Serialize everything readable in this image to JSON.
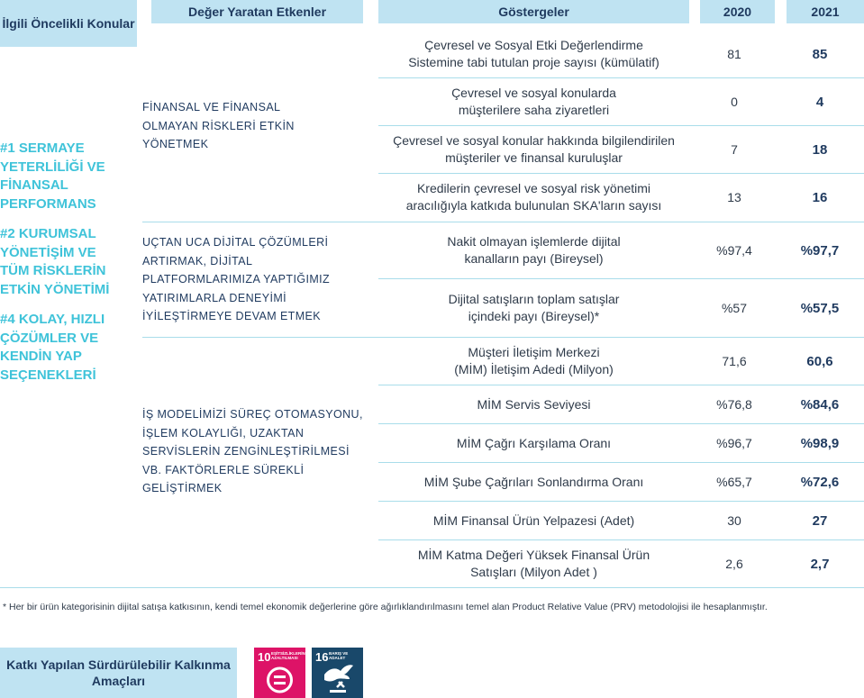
{
  "headers": {
    "topics": "İlgili Öncelikli Konular",
    "factors": "Değer Yaratan Etkenler",
    "indicators": "Göstergeler",
    "y2020": "2020",
    "y2021": "2021"
  },
  "topics": [
    "#1 SERMAYE YETERLİLİĞİ VE FİNANSAL PERFORMANS",
    "#2 KURUMSAL YÖNETİŞİM VE TÜM RİSKLERİN ETKİN YÖNETİMİ",
    "#4 KOLAY, HIZLI ÇÖZÜMLER VE KENDİN YAP SEÇENEKLERİ"
  ],
  "factors": [
    "FİNANSAL VE FİNANSAL OLMAYAN RİSKLERİ ETKİN YÖNETMEK",
    "UÇTAN UCA DİJİTAL ÇÖZÜMLERİ ARTIRMAK, DİJİTAL PLATFORMLARIMIZA YAPTIĞIMIZ YATIRIMLARLA DENEYİMİ İYİLEŞTİRMEYE DEVAM ETMEK",
    "İŞ MODELİMİZİ SÜREÇ OTOMASYONU, İŞLEM KOLAYLIĞI, UZAKTAN SERVİSLERİN ZENGİNLEŞTİRİLMESİ VB. FAKTÖRLERLE SÜREKLİ GELİŞTİRMEK"
  ],
  "rows": [
    {
      "indicator": "Çevresel ve Sosyal Etki Değerlendirme Sistemine tabi tutulan proje sayısı (kümülatif)",
      "v2020": "81",
      "v2021": "85"
    },
    {
      "indicator": "Çevresel ve sosyal konularda müşterilere saha ziyaretleri",
      "v2020": "0",
      "v2021": "4"
    },
    {
      "indicator": "Çevresel ve sosyal konular hakkında bilgilendirilen müşteriler ve finansal kuruluşlar",
      "v2020": "7",
      "v2021": "18"
    },
    {
      "indicator": "Kredilerin çevresel ve sosyal risk yönetimi aracılığıyla katkıda bulunulan SKA'ların sayısı",
      "v2020": "13",
      "v2021": "16"
    },
    {
      "indicator": "Nakit olmayan işlemlerde dijital kanalların payı (Bireysel)",
      "v2020": "%97,4",
      "v2021": "%97,7"
    },
    {
      "indicator": "Dijital satışların toplam satışlar içindeki payı (Bireysel)*",
      "v2020": "%57",
      "v2021": "%57,5"
    },
    {
      "indicator": "Müşteri İletişim Merkezi (MİM) İletişim Adedi (Milyon)",
      "v2020": "71,6",
      "v2021": "60,6"
    },
    {
      "indicator": "MİM Servis Seviyesi",
      "v2020": "%76,8",
      "v2021": "%84,6"
    },
    {
      "indicator": "MİM Çağrı Karşılama Oranı",
      "v2020": "%96,7",
      "v2021": "%98,9"
    },
    {
      "indicator": "MİM Şube Çağrıları Sonlandırma Oranı",
      "v2020": "%65,7",
      "v2021": "%72,6"
    },
    {
      "indicator": "MİM Finansal Ürün Yelpazesi (Adet)",
      "v2020": "30",
      "v2021": "27"
    },
    {
      "indicator": "MİM Katma Değeri Yüksek Finansal Ürün Satışları (Milyon Adet )",
      "v2020": "2,6",
      "v2021": "2,7"
    }
  ],
  "footnote": "* Her bir ürün kategorisinin dijital satışa katkısının, kendi temel ekonomik değerlerine göre ağırlıklandırılmasını temel alan Product Relative Value (PRV) metodolojisi ile hesaplanmıştır.",
  "sdg": {
    "label": "Katkı Yapılan Sürdürülebilir Kalkınma Amaçları",
    "goals": [
      {
        "number": "10",
        "caption": "EŞİTSİZLİKLERİN AZALTILMASI",
        "color": "#dd1367",
        "icon": "equality-icon"
      },
      {
        "number": "16",
        "caption": "BARIŞ VE ADALET",
        "color": "#19486a",
        "icon": "dove-icon"
      }
    ]
  }
}
